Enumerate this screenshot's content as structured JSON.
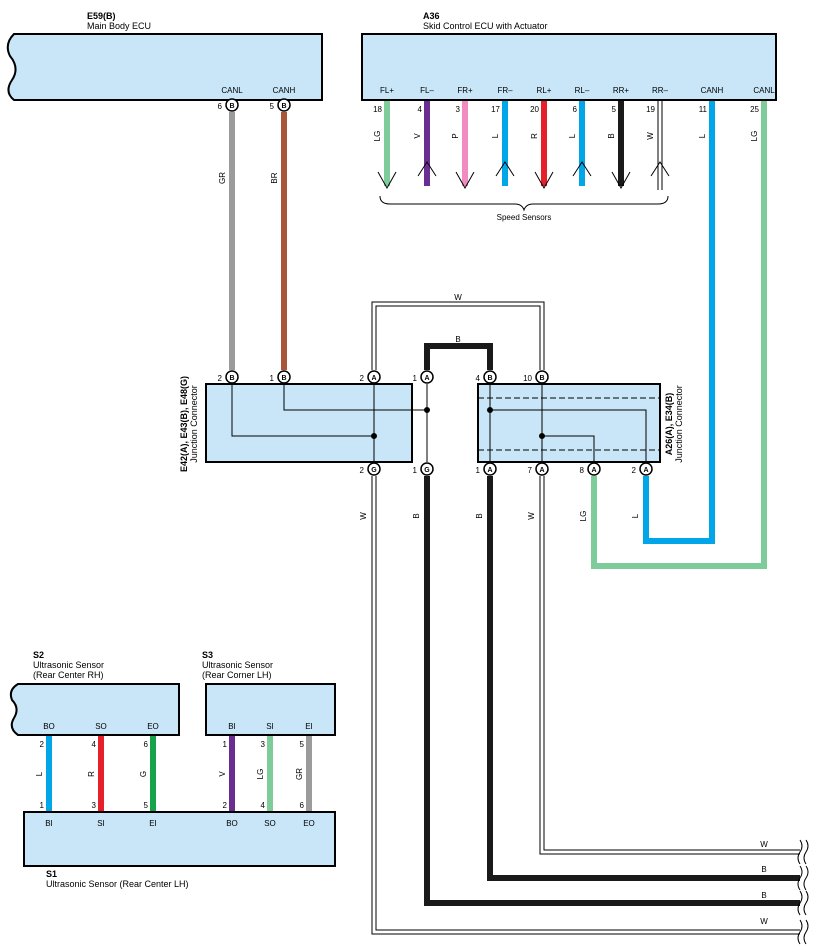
{
  "colors": {
    "GR": "#9b9b9b",
    "BR": "#a8553a",
    "LG": "#7fcc9b",
    "V": "#6a2d91",
    "P": "#f08cbf",
    "L": "#00a6e8",
    "R": "#e5202a",
    "B": "#1a1a1a",
    "W": "#ffffff",
    "G": "#17a34a",
    "box": "#c8e6f8"
  },
  "components": {
    "e59": {
      "code": "E59(B)",
      "name": "Main Body ECU",
      "pins": [
        {
          "num": "6",
          "conn": "B",
          "label": "CANL"
        },
        {
          "num": "5",
          "conn": "B",
          "label": "CANH"
        }
      ]
    },
    "a36": {
      "code": "A36",
      "name": "Skid Control ECU with Actuator",
      "pins": [
        {
          "num": "18",
          "label": "FL+",
          "wire": "LG"
        },
        {
          "num": "4",
          "label": "FL–",
          "wire": "V"
        },
        {
          "num": "3",
          "label": "FR+",
          "wire": "P"
        },
        {
          "num": "17",
          "label": "FR–",
          "wire": "L"
        },
        {
          "num": "20",
          "label": "RL+",
          "wire": "R"
        },
        {
          "num": "6",
          "label": "RL–",
          "wire": "L"
        },
        {
          "num": "5",
          "label": "RR+",
          "wire": "B"
        },
        {
          "num": "19",
          "label": "RR–",
          "wire": "W"
        },
        {
          "num": "11",
          "label": "CANH",
          "wire": "L"
        },
        {
          "num": "25",
          "label": "CANL",
          "wire": "LG"
        }
      ]
    },
    "speed_sensors_label": "Speed Sensors",
    "jc1": {
      "code": "E42(A), E43(B), E48(G)",
      "name": "Junction Connector",
      "top_pins": [
        {
          "num": "2",
          "conn": "B"
        },
        {
          "num": "1",
          "conn": "B"
        },
        {
          "num": "2",
          "conn": "A"
        },
        {
          "num": "1",
          "conn": "A"
        }
      ],
      "bottom_pins": [
        {
          "num": "2",
          "conn": "G"
        },
        {
          "num": "1",
          "conn": "G"
        }
      ]
    },
    "jc2": {
      "code": "A26(A), E34(B)",
      "name": "Junction Connector",
      "top_pins": [
        {
          "num": "4",
          "conn": "B"
        },
        {
          "num": "10",
          "conn": "B"
        }
      ],
      "bottom_pins": [
        {
          "num": "1",
          "conn": "A"
        },
        {
          "num": "7",
          "conn": "A"
        },
        {
          "num": "8",
          "conn": "A"
        },
        {
          "num": "2",
          "conn": "A"
        }
      ]
    },
    "s2": {
      "code": "S2",
      "name": "Ultrasonic Sensor",
      "sub": "(Rear Center RH)",
      "pins": [
        {
          "num": "2",
          "label": "BO",
          "wire": "L"
        },
        {
          "num": "4",
          "label": "SO",
          "wire": "R"
        },
        {
          "num": "6",
          "label": "EO",
          "wire": "G"
        }
      ]
    },
    "s3": {
      "code": "S3",
      "name": "Ultrasonic Sensor",
      "sub": "(Rear Corner LH)",
      "pins": [
        {
          "num": "1",
          "label": "BI",
          "wire": "V"
        },
        {
          "num": "3",
          "label": "SI",
          "wire": "LG"
        },
        {
          "num": "5",
          "label": "EI",
          "wire": "GR"
        }
      ]
    },
    "s1": {
      "code": "S1",
      "name": "Ultrasonic Sensor (Rear Center LH)",
      "pins": [
        {
          "num": "1",
          "label": "BI"
        },
        {
          "num": "3",
          "label": "SI"
        },
        {
          "num": "5",
          "label": "EI"
        },
        {
          "num": "2",
          "label": "BO"
        },
        {
          "num": "4",
          "label": "SO"
        },
        {
          "num": "6",
          "label": "EO"
        }
      ]
    }
  },
  "wire_labels": {
    "gr": "GR",
    "br": "BR",
    "w_top": "W",
    "b_top": "B",
    "w1": "W",
    "b1": "B",
    "b2": "B",
    "w2": "W",
    "lg": "LG",
    "l": "L",
    "s2_l": "L",
    "s2_r": "R",
    "s2_g": "G",
    "s3_v": "V",
    "s3_lg": "LG",
    "s3_gr": "GR",
    "out_w1": "W",
    "out_b1": "B",
    "out_b2": "B",
    "out_w2": "W"
  }
}
